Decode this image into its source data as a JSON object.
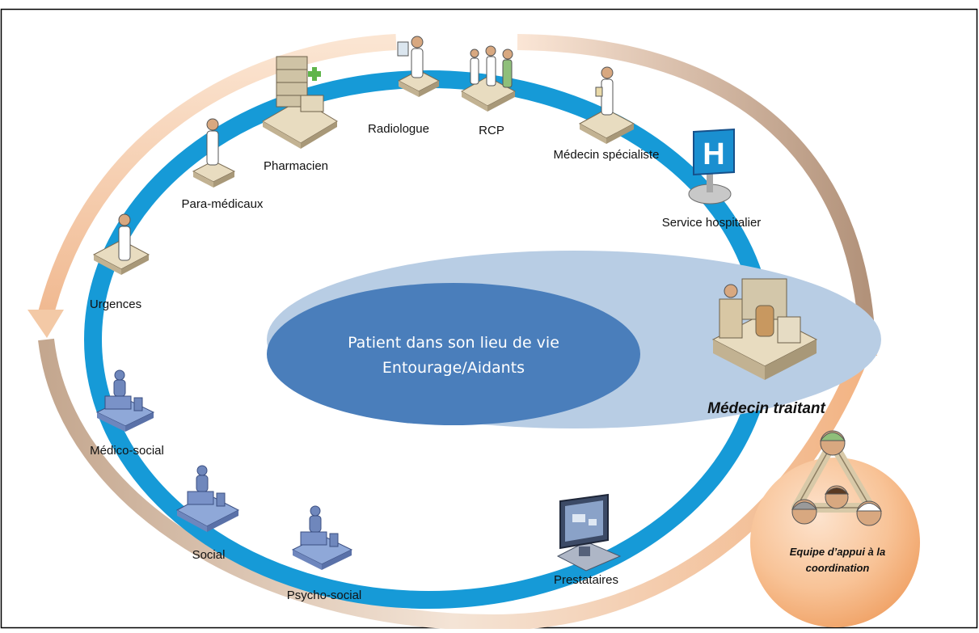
{
  "colors": {
    "blue_ring": "#169ad7",
    "center_ellipse": "#4a7ebb",
    "halo": "#b8cde4",
    "arrow_left": "#f3c9a6",
    "arrow_brown": "#b89c85",
    "team_circle": "#f6b98a",
    "clinical_base": "#e8dcc0",
    "social_base": "#8fa8d8"
  },
  "icons": {
    "clinical": "person-on-platform-icon",
    "social": "person-at-desk-icon",
    "hospital": "hospital-sign-icon",
    "monitor": "monitor-icon",
    "team": "team-triangle-icon"
  },
  "center": {
    "line1": "Patient dans son lieu de vie",
    "line2": "Entourage/Aidants"
  },
  "actors": {
    "radiologue": "Radiologue",
    "rcp": "RCP",
    "pharmacien": "Pharmacien",
    "medecin_specialiste": "Médecin spécialiste",
    "para_medicaux": "Para-médicaux",
    "service_hospitalier": "Service hospitalier",
    "urgences": "Urgences",
    "medecin_traitant": "Médecin traitant",
    "medico_social": "Médico-social",
    "social": "Social",
    "psycho_social": "Psycho-social",
    "prestataires": "Prestataires"
  },
  "team": {
    "line1": "Equipe d’appui à la",
    "line2": "coordination"
  }
}
